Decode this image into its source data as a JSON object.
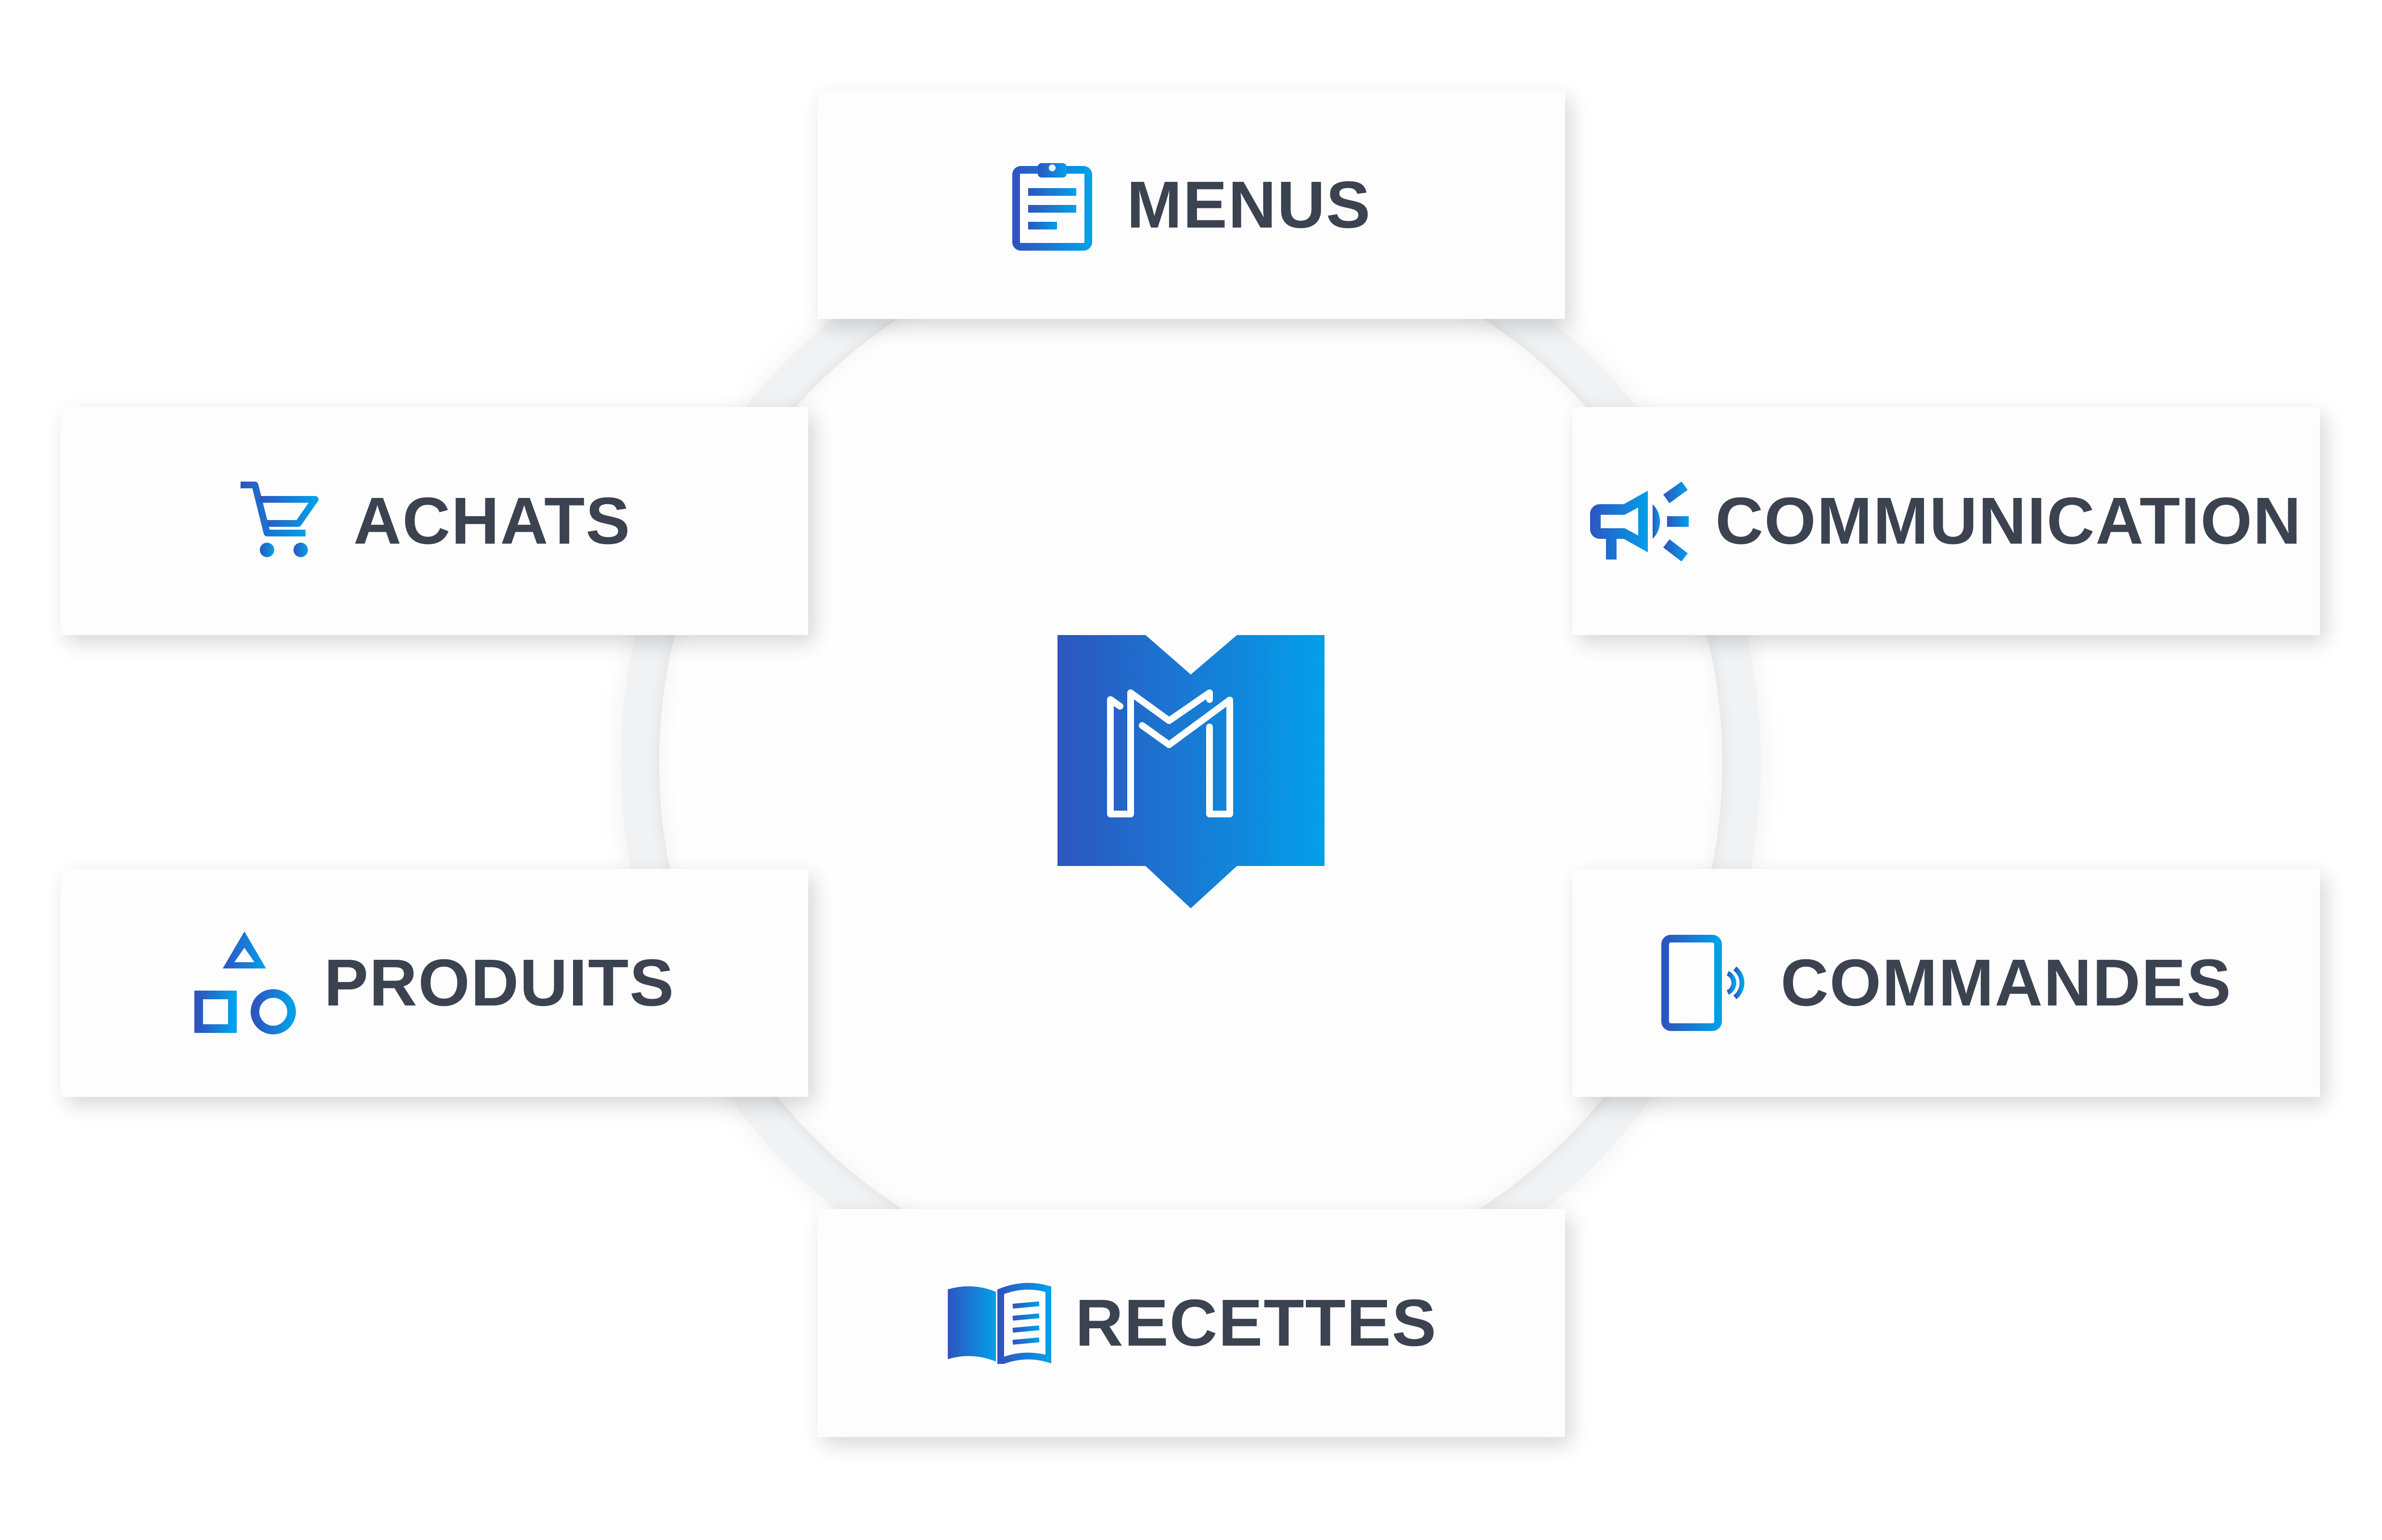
{
  "diagram": {
    "center": {
      "logo_name": "m-logo-icon"
    },
    "modules": [
      {
        "label": "MENUS",
        "icon": "clipboard-menu-icon"
      },
      {
        "label": "ACHATS",
        "icon": "shopping-cart-icon"
      },
      {
        "label": "COMMUNICATION",
        "icon": "megaphone-icon"
      },
      {
        "label": "PRODUITS",
        "icon": "shapes-icon"
      },
      {
        "label": "COMMANDES",
        "icon": "tablet-nfc-icon"
      },
      {
        "label": "RECETTES",
        "icon": "open-book-icon"
      }
    ],
    "colors": {
      "gradient_start": "#2d55bf",
      "gradient_end": "#039fe9",
      "text": "#3b4250"
    }
  }
}
